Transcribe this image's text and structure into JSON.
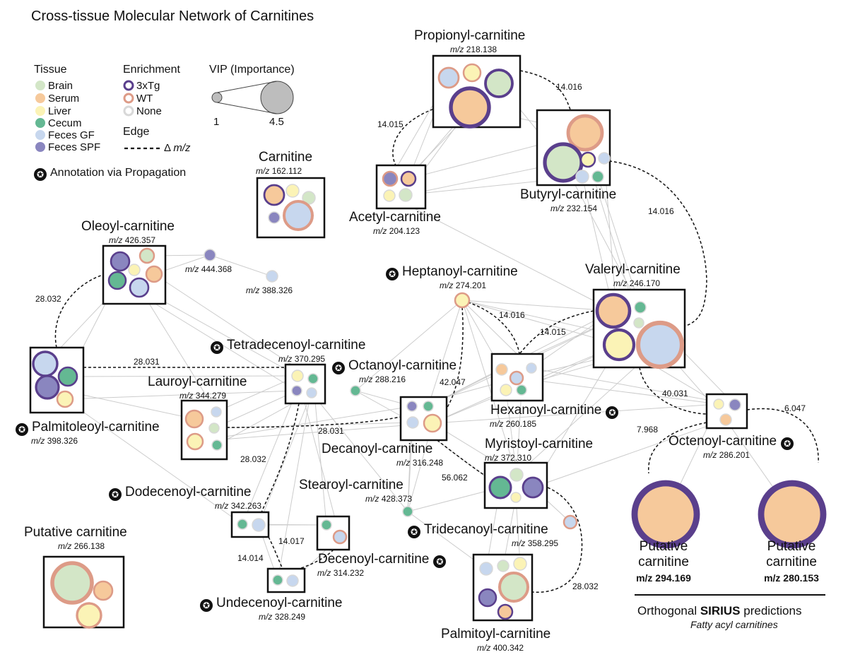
{
  "title": "Cross-tissue Molecular Network of Carnitines",
  "colors": {
    "Brain": "#d3e6c7",
    "Serum": "#f6c99b",
    "Liver": "#fbf3b6",
    "Cecum": "#64b893",
    "Feces GF": "#c7d7ee",
    "Feces SPF": "#8a86bf",
    "ring_3xTg": "#5a3f8c",
    "ring_WT": "#dd9b87",
    "ring_None": "#d8d8d8",
    "edge": "#cccccc",
    "box": "#111111"
  },
  "legend": {
    "tissue_title": "Tissue",
    "tissues": [
      {
        "label": "Brain",
        "icon": "circle-icon"
      },
      {
        "label": "Serum",
        "icon": "circle-icon"
      },
      {
        "label": "Liver",
        "icon": "circle-icon"
      },
      {
        "label": "Cecum",
        "icon": "circle-icon"
      },
      {
        "label": "Feces GF",
        "icon": "circle-icon"
      },
      {
        "label": "Feces SPF",
        "icon": "circle-icon"
      }
    ],
    "enrichment_title": "Enrichment",
    "enrichment": [
      "3xTg",
      "WT",
      "None"
    ],
    "vip_title": "VIP (Importance)",
    "vip_min": "1",
    "vip_max": "4.5",
    "edge_title": "Edge",
    "edge_label_prefix": "Δ",
    "edge_label_unit": "m/z",
    "annotation_label": "Annotation via Propagation"
  },
  "nodes": {
    "propionyl": {
      "name": "Propionyl-carnitine",
      "mz": "218.138"
    },
    "carnitine": {
      "name": "Carnitine",
      "mz": "162.112"
    },
    "acetyl": {
      "name": "Acetyl-carnitine",
      "mz": "204.123"
    },
    "butyryl": {
      "name": "Butyryl-carnitine",
      "mz": "232.154"
    },
    "oleoyl": {
      "name": "Oleoyl-carnitine",
      "mz": "426.357"
    },
    "u444": {
      "mz": "444.368"
    },
    "u388": {
      "mz": "388.326"
    },
    "heptanoyl": {
      "name": "Heptanoyl-carnitine",
      "mz": "274.201"
    },
    "valeryl": {
      "name": "Valeryl-carnitine",
      "mz": "246.170"
    },
    "tetradecenoyl": {
      "name": "Tetradecenoyl-carnitine",
      "mz": "370.295"
    },
    "octanoyl": {
      "name": "Octanoyl-carnitine",
      "mz": "288.216"
    },
    "palmitoleoyl": {
      "name": "Palmitoleoyl-carnitine",
      "mz": "398.326"
    },
    "lauroyl": {
      "name": "Lauroyl-carnitine",
      "mz": "344.279"
    },
    "hexanoyl": {
      "name": "Hexanoyl-carnitine",
      "mz": "260.185"
    },
    "decanoyl": {
      "name": "Decanoyl-carnitine",
      "mz": "316.248"
    },
    "myristoyl": {
      "name": "Myristoyl-carnitine",
      "mz": "372.310"
    },
    "octenoyl": {
      "name": "Octenoyl-carnitine",
      "mz": "286.201"
    },
    "dodecenoyl": {
      "name": "Dodecenoyl-carnitine",
      "mz": "342.263"
    },
    "stearoyl": {
      "name": "Stearoyl-carnitine",
      "mz": "428.373"
    },
    "tridecanoyl": {
      "name": "Tridecanoyl-carnitine",
      "mz": "358.295"
    },
    "decenoyl": {
      "name": "Decenoyl-carnitine",
      "mz": "314.232"
    },
    "undecenoyl": {
      "name": "Undecenoyl-carnitine",
      "mz": "328.249"
    },
    "palmitoyl": {
      "name": "Palmitoyl-carnitine",
      "mz": "400.342"
    },
    "putative266": {
      "name": "Putative carnitine",
      "mz": "266.138"
    },
    "putative294": {
      "name_line1": "Putative",
      "name_line2": "carnitine",
      "mz": "m/z 294.169"
    },
    "putative280": {
      "name_line1": "Putative",
      "name_line2": "carnitine",
      "mz": "m/z 280.153"
    }
  },
  "edge_labels": [
    "14.016",
    "14.015",
    "14.016",
    "28.032",
    "28.031",
    "14.016",
    "14.015",
    "42.047",
    "28.031",
    "28.032",
    "40.031",
    "6.047",
    "7.968",
    "56.062",
    "14.017",
    "14.014",
    "28.032"
  ],
  "sirius": {
    "prefix": "Orthogonal ",
    "bold": "SIRIUS",
    "suffix": " predictions",
    "sub": "Fatty acyl carnitines"
  },
  "star_glyph": "✪"
}
